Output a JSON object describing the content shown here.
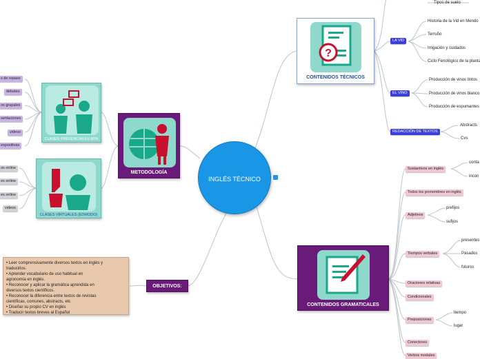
{
  "center": {
    "label": "INGLÉS TÉCNICO",
    "collapse_icon": "collapse-icon"
  },
  "contenidos_tecnicos": {
    "title": "CONTENIDOS TÉCNICOS",
    "icon": "document-question-icon",
    "top_leaf": "Tipos de suelo",
    "la_vid": {
      "label": "LA VID",
      "items": [
        "Historia de la Vid en Mendo",
        "Terruño",
        "Irrigación y cuidados",
        "Ciclo Fenológico de la planta"
      ]
    },
    "el_vino": {
      "label": "EL VINO",
      "items": [
        "Producción de vinos tintos",
        "Producción de vinos blanco",
        "Producción de espumantes"
      ]
    },
    "redaccion": {
      "label": "REDACCIÓN DE TEXTOS",
      "items": [
        "Abstracts",
        "Cvs"
      ]
    }
  },
  "contenidos_gramaticales": {
    "title": "CONTENIDOS GRAMATICALES",
    "icon": "document-pen-icon",
    "sustantivos": {
      "label": "Sustantivos en inglés",
      "items": [
        "conta",
        "incon"
      ]
    },
    "pronombres": "Todos los pronombres en inglés",
    "adjetivos": {
      "label": "Adjetivos",
      "items": [
        "prefijos",
        "sufijos"
      ]
    },
    "tiempos": {
      "label": "Tiempos verbales",
      "items": [
        "presentes",
        "Pasados",
        "futuros"
      ]
    },
    "relativas": "Oraciones relativas",
    "condicionales": "Condicionales",
    "preposiciones": {
      "label": "Preposiciones",
      "items": [
        "tiempo",
        "lugar"
      ]
    },
    "conectores": "Conectores",
    "modales": "Verbos modales"
  },
  "metodologia": {
    "title": "METODOLOGÍA",
    "icon": "globe-businessman-icon",
    "presenciales": {
      "label": "CLASES PRESENCIALES 80%",
      "icon": "people-chat-icon",
      "items": [
        "s de repaso",
        "debates",
        "os grupales",
        "sentaciones",
        "videos",
        "expositivas"
      ]
    },
    "virtuales": {
      "label": "CLASES VIRTUALES (EDMODO)",
      "icon": "people-talk-icon",
      "items": [
        "os online",
        "es online",
        "es online",
        "videos"
      ]
    }
  },
  "objetivos": {
    "label": "OBJETIVOS:",
    "lines": [
      "•       Leer comprensivamente diversos textos en inglés y",
      "traducirlos.",
      "•       Aprender vocabulario de uso habitual en",
      "agronomía en inglés.",
      "•       Reconocer y aplicar la gramática aprendida en",
      "diversos textos científicos.",
      "•       Reconocer la diferencia entre textos de revistas",
      "científicas, comunes, abstracts, etc",
      "•       Diseñar su propio CV en inglés",
      "•       Traducir textos breves al Español"
    ]
  },
  "colors": {
    "center": "#1a96e6",
    "dark_node": "#6a1b7a",
    "blue_pill": "#3b3fd8",
    "title_blue": "#1f4fa0",
    "title_purple": "#4a1a80",
    "accent_red": "#c8102e",
    "accent_teal": "#2bb5a0"
  }
}
